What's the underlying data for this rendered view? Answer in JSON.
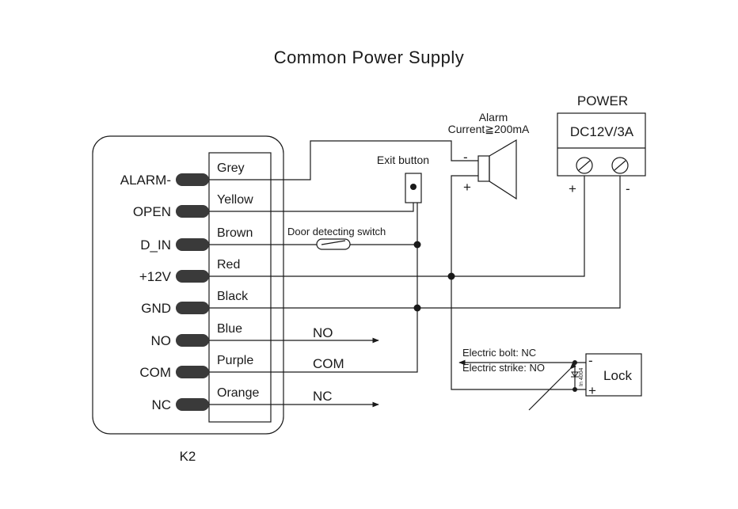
{
  "title": "Common Power Supply",
  "controller": {
    "label": "K2",
    "terminals": [
      "ALARM-",
      "OPEN",
      "D_IN",
      "+12V",
      "GND",
      "NO",
      "COM",
      "NC"
    ],
    "wires": [
      "Grey",
      "Yellow",
      "Brown",
      "Red",
      "Black",
      "Blue",
      "Purple",
      "Orange"
    ]
  },
  "outputs": {
    "no": "NO",
    "com": "COM",
    "nc": "NC"
  },
  "alarm": {
    "line1": "Alarm",
    "line2": "Current≧200mA",
    "minus": "-",
    "plus": "+"
  },
  "exit_button": {
    "label": "Exit button"
  },
  "door_switch": {
    "label": "Door detecting switch"
  },
  "power": {
    "label": "POWER",
    "rating": "DC12V/3A",
    "plus": "+",
    "minus": "-"
  },
  "lock": {
    "label": "Lock",
    "bolt_note": "Electric bolt: NC",
    "strike_note": "Electric strike: NO",
    "diode": "In 4004",
    "minus": "-",
    "plus": "+"
  }
}
